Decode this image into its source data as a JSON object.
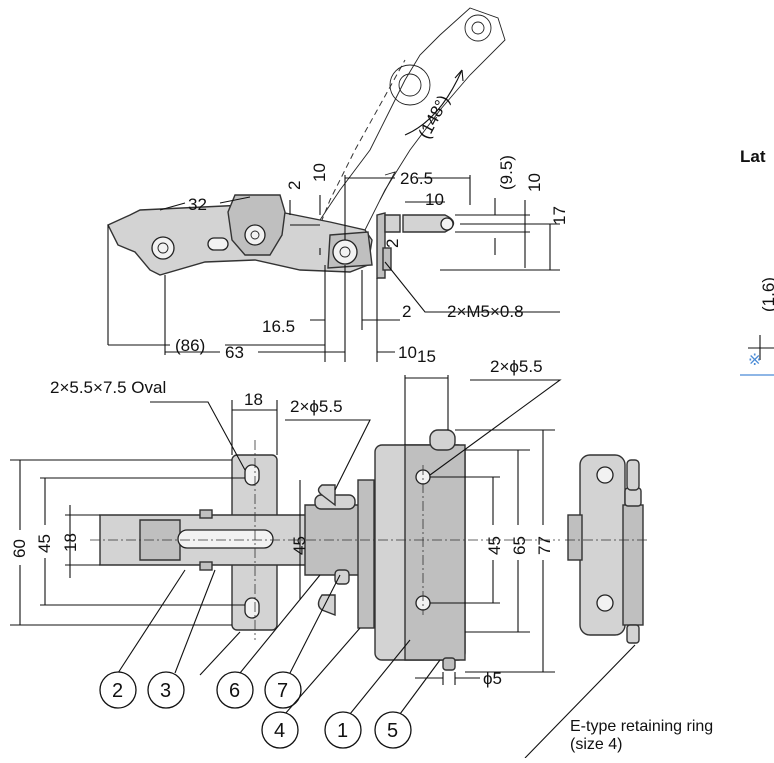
{
  "dimensions": {
    "top_view": {
      "angle": "(148°)",
      "d32": "32",
      "d2_a": "2",
      "d10_a": "10",
      "d26_5": "26.5",
      "d9_5": "(9.5)",
      "d10_b": "10",
      "d10_c": "10",
      "d17": "17",
      "d2_b": "2",
      "d16_5": "16.5",
      "d2_c": "2",
      "thread": "2×M5×0.8",
      "d63": "63",
      "d10_d": "10",
      "d86": "(86)"
    },
    "front_view": {
      "oval": "2×5.5×7.5 Oval",
      "d18_top": "18",
      "hole_a": "2×ϕ5.5",
      "d15": "15",
      "hole_b": "2×ϕ5.5",
      "d60": "60",
      "d45_a": "45",
      "d18_side": "18",
      "d45_b": "45",
      "d45_c": "45",
      "d65": "65",
      "d77": "77",
      "phi5": "ϕ5"
    }
  },
  "callouts": [
    "2",
    "3",
    "6",
    "7",
    "4",
    "1",
    "5"
  ],
  "notes": {
    "ring": "E-type retaining ring",
    "ring_size": "(size 4)",
    "side_label": "Lat",
    "side_dim": "(1.6)",
    "mark": "※"
  }
}
